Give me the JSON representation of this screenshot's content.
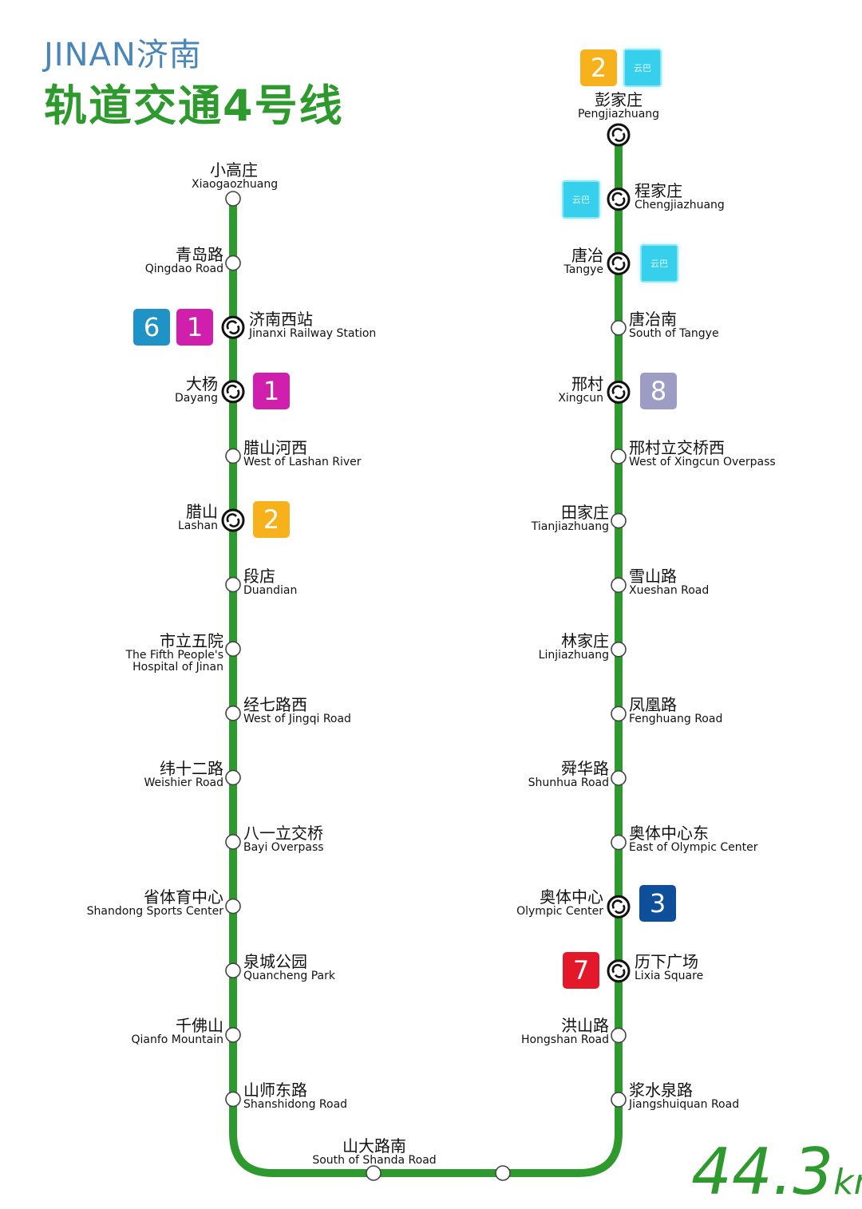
{
  "header": {
    "title_en": "JINAN济南",
    "title_cn": "轨道交通4号线"
  },
  "length_label": {
    "number": "44.3",
    "unit": "km"
  },
  "colors": {
    "line": "#2e9a2e",
    "title_en": "#4a86b8",
    "line_2": "#f7b21b",
    "line_6": "#1f92c6",
    "line_1": "#d11fad",
    "line_8": "#9c9cc4",
    "line_3": "#0d4f9a",
    "line_7": "#e3192b",
    "cloud_rail": "#37d0ec"
  },
  "cloud_rail_label": "云巴",
  "stations_left": [
    {
      "cn": "小高庄",
      "en": "Xiaogaozhuang",
      "interchange": false,
      "transfers": []
    },
    {
      "cn": "青岛路",
      "en": "Qingdao Road",
      "interchange": false,
      "transfers": []
    },
    {
      "cn": "济南西站",
      "en": "Jinanxi Railway Station",
      "interchange": true,
      "transfers": [
        "6",
        "1"
      ]
    },
    {
      "cn": "大杨",
      "en": "Dayang",
      "interchange": true,
      "transfers": [
        "1"
      ]
    },
    {
      "cn": "腊山河西",
      "en": "West of Lashan River",
      "interchange": false,
      "transfers": []
    },
    {
      "cn": "腊山",
      "en": "Lashan",
      "interchange": true,
      "transfers": [
        "2"
      ]
    },
    {
      "cn": "段店",
      "en": "Duandian",
      "interchange": false,
      "transfers": []
    },
    {
      "cn": "市立五院",
      "en": "The Fifth People's",
      "en2": "Hospital of Jinan",
      "interchange": false,
      "transfers": []
    },
    {
      "cn": "经七路西",
      "en": "West of Jingqi Road",
      "interchange": false,
      "transfers": []
    },
    {
      "cn": "纬十二路",
      "en": "Weishier Road",
      "interchange": false,
      "transfers": []
    },
    {
      "cn": "八一立交桥",
      "en": "Bayi Overpass",
      "interchange": false,
      "transfers": []
    },
    {
      "cn": "省体育中心",
      "en": "Shandong Sports Center",
      "interchange": false,
      "transfers": []
    },
    {
      "cn": "泉城公园",
      "en": "Quancheng Park",
      "interchange": false,
      "transfers": []
    },
    {
      "cn": "千佛山",
      "en": "Qianfo Mountain",
      "interchange": false,
      "transfers": []
    },
    {
      "cn": "山师东路",
      "en": "Shanshidong Road",
      "interchange": false,
      "transfers": []
    }
  ],
  "station_bottom": {
    "cn": "山大路南",
    "en": "South of Shanda Road"
  },
  "stations_right": [
    {
      "cn": "彭家庄",
      "en": "Pengjiazhuang",
      "interchange": true,
      "transfers": [
        "2",
        "cloud"
      ]
    },
    {
      "cn": "程家庄",
      "en": "Chengjiazhuang",
      "interchange": true,
      "transfers": [
        "cloud"
      ]
    },
    {
      "cn": "唐冶",
      "en": "Tangye",
      "interchange": true,
      "transfers": [
        "cloud"
      ]
    },
    {
      "cn": "唐冶南",
      "en": "South of Tangye",
      "interchange": false,
      "transfers": []
    },
    {
      "cn": "邢村",
      "en": "Xingcun",
      "interchange": true,
      "transfers": [
        "8"
      ]
    },
    {
      "cn": "邢村立交桥西",
      "en": "West of Xingcun Overpass",
      "interchange": false,
      "transfers": []
    },
    {
      "cn": "田家庄",
      "en": "Tianjiazhuang",
      "interchange": false,
      "transfers": []
    },
    {
      "cn": "雪山路",
      "en": "Xueshan Road",
      "interchange": false,
      "transfers": []
    },
    {
      "cn": "林家庄",
      "en": "Linjiazhuang",
      "interchange": false,
      "transfers": []
    },
    {
      "cn": "凤凰路",
      "en": "Fenghuang Road",
      "interchange": false,
      "transfers": []
    },
    {
      "cn": "舜华路",
      "en": "Shunhua Road",
      "interchange": false,
      "transfers": []
    },
    {
      "cn": "奥体中心东",
      "en": "East of Olympic Center",
      "interchange": false,
      "transfers": []
    },
    {
      "cn": "奥体中心",
      "en": "Olympic Center",
      "interchange": true,
      "transfers": [
        "3"
      ]
    },
    {
      "cn": "历下广场",
      "en": "Lixia Square",
      "interchange": true,
      "transfers": [
        "7"
      ]
    },
    {
      "cn": "洪山路",
      "en": "Hongshan Road",
      "interchange": false,
      "transfers": []
    },
    {
      "cn": "浆水泉路",
      "en": "Jiangshuiquan Road",
      "interchange": false,
      "transfers": []
    }
  ],
  "badges": {
    "b6": "6",
    "b1a": "1",
    "b1b": "1",
    "b2a": "2",
    "b2b": "2",
    "b8": "8",
    "b3": "3",
    "b7": "7"
  }
}
